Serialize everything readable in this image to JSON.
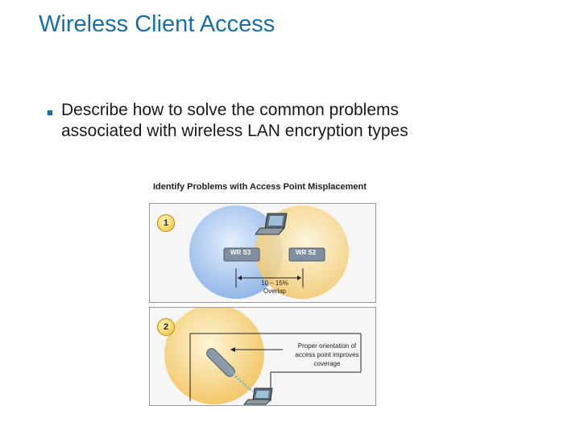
{
  "slide": {
    "title": "Wireless Client Access",
    "bullets": [
      {
        "line1": "Describe how to solve the common problems",
        "line2": "associated with wireless LAN encryption types"
      }
    ]
  },
  "figure": {
    "title": "Identify Problems with Access Point Misplacement",
    "panel1": {
      "step": "1",
      "ap_left": "WR S3",
      "ap_right": "WR S2",
      "overlap_line1": "10 – 15%",
      "overlap_line2": "Overlap"
    },
    "panel2": {
      "step": "2",
      "note_line1": "Proper orientation of",
      "note_line2": "access point improves",
      "note_line3": "coverage"
    }
  },
  "colors": {
    "title": "#1a6fa8",
    "blue_circle": "#9ec1ea",
    "orange_circle": "#f6d487"
  }
}
